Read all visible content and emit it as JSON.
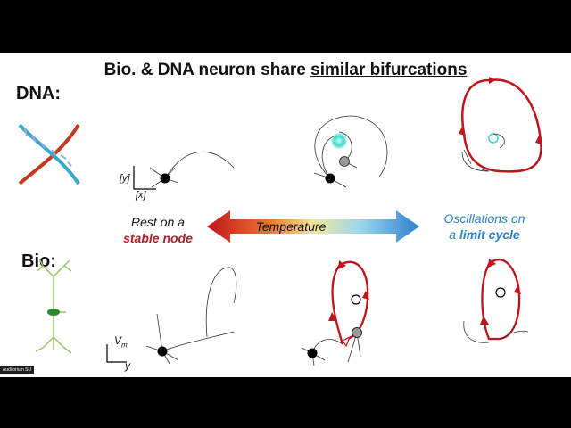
{
  "slide": {
    "title_pre": "Bio. & DNA neuron share ",
    "title_emph": "similar bifurcations",
    "row_dna": "DNA:",
    "row_bio": "Bio:",
    "left_line1": "Rest on a",
    "left_line2": "stable node",
    "right_line1": "Oscillations on",
    "right_line2_pre": "a ",
    "right_line2_emph": "limit cycle",
    "temperature": "Temperature",
    "axis_y_dna": "[y]",
    "axis_x_dna": "[x]",
    "axis_v_bio": "V",
    "axis_v_sub": "m",
    "axis_y_bio": "y"
  },
  "badge": {
    "text": "Auditorium SU"
  },
  "colors": {
    "limit_cycle": "#c0141c",
    "temp_gradient": [
      "#c0141c",
      "#e87a30",
      "#f3e69a",
      "#9bd8ef",
      "#2f7fcf"
    ],
    "unstable_focus": "#3fd6c6",
    "saddle": "#9a9a9a"
  },
  "icons": [
    "dna-helix-icon",
    "neuron-icon"
  ]
}
